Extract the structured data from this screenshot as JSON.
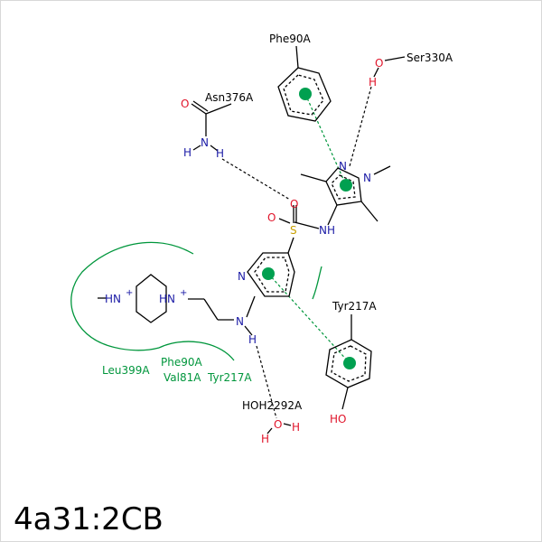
{
  "title": "4a31:2CB",
  "colors": {
    "bond": "#000000",
    "nitrogen": "#1a1aa6",
    "oxygen": "#e0142a",
    "sulfur": "#c8a000",
    "hydrophobic": "#00963c",
    "ring_center": "#00a050"
  },
  "residues": {
    "phe90_top": "Phe90A",
    "ser330": "Ser330A",
    "asn376": "Asn376A",
    "tyr217": "Tyr217A",
    "hoh": "HOH2292A"
  },
  "hydrophobic_labels": {
    "leu399": "Leu399A",
    "phe90": "Phe90A",
    "val81": "Val81A",
    "tyr217": "Tyr217A"
  },
  "atoms": {
    "o_ser": "O",
    "h_ser": "H",
    "o_asn": "O",
    "n_asn": "N",
    "h_asn1": "H",
    "h_asn2": "H",
    "n_pz1": "N",
    "n_pz2": "N",
    "o_so2": "O",
    "o_so2b": "O",
    "s": "S",
    "nh": "NH",
    "n_pyr": "N",
    "n_link": "N",
    "h_link": "H",
    "hn1": "HN",
    "hn1_charge": "+",
    "hn2": "HN",
    "hn2_charge": "+",
    "o_tyr": "HO",
    "o_w": "O",
    "h_w1": "H",
    "h_w2": "H"
  }
}
